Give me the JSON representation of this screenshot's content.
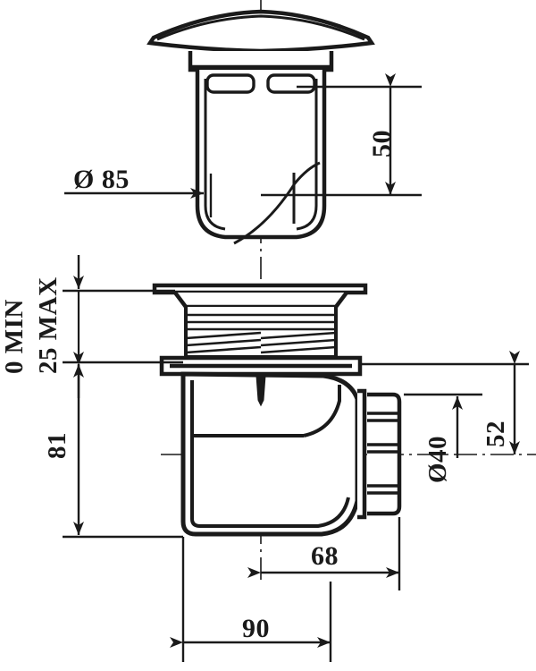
{
  "drawing": {
    "title": "Shower waste drain trap – technical dimension drawing",
    "units": "mm",
    "line_color": "#1a1a1a",
    "background": "#ffffff"
  },
  "dimensions": {
    "flange_diameter": "Ø 85",
    "plug_height": "50",
    "adjust_min": "0 MIN",
    "adjust_max": "25 MAX",
    "body_height": "81",
    "outlet_center_height": "52",
    "outlet_diameter": "Ø40",
    "outlet_offset": "68",
    "body_width": "90"
  },
  "parts": {
    "cap": "drain-cap-dome",
    "plug": "pop-up-plug-body",
    "thread": "threaded-shank",
    "flange": "sealing-flange",
    "trap": "trap-body",
    "outlet": "barbed-outlet-spigot"
  }
}
